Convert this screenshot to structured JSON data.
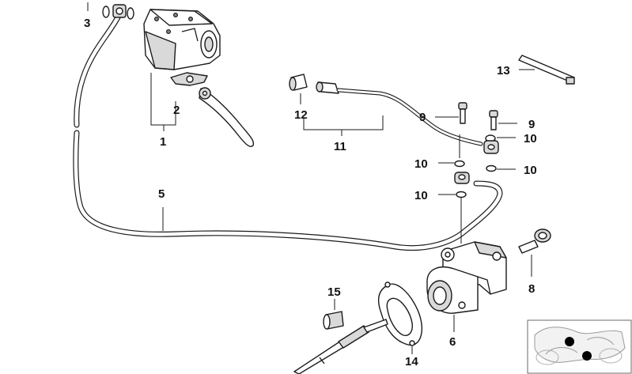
{
  "diagram": {
    "callouts": {
      "c1": "1",
      "c2": "2",
      "c3": "3",
      "c5": "5",
      "c6": "6",
      "c8": "8",
      "c9a": "9",
      "c9b": "9",
      "c10a": "10",
      "c10b": "10",
      "c10c": "10",
      "c10d": "10",
      "c11": "11",
      "c12": "12",
      "c13": "13",
      "c14": "14",
      "c15": "15"
    },
    "colors": {
      "line": "#1a1a1a",
      "fill": "#ffffff",
      "shade": "#d9d9d9",
      "locator_dot": "#000000"
    }
  }
}
